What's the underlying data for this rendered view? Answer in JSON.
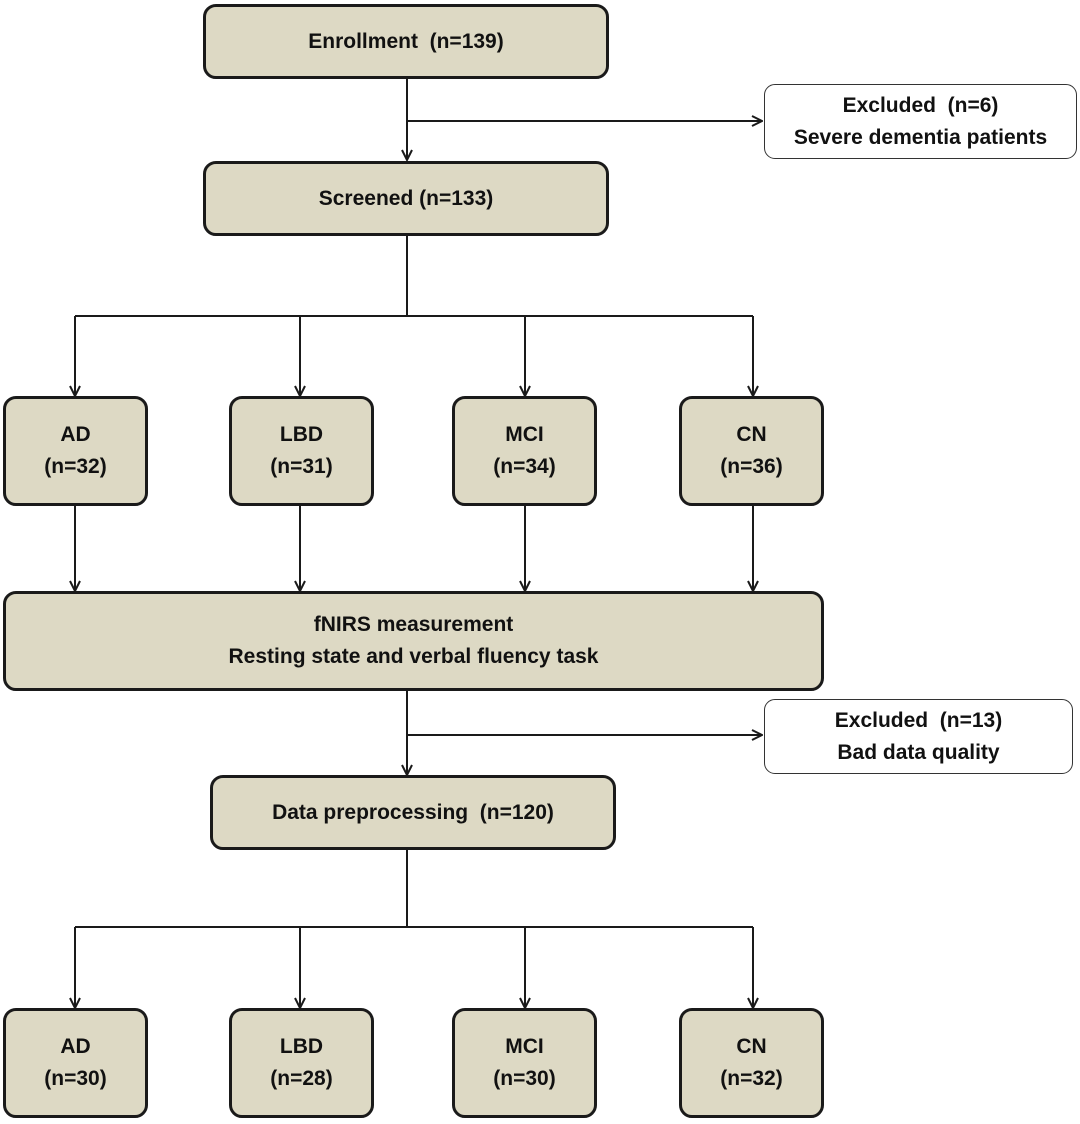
{
  "colors": {
    "box_fill": "#ddd9c4",
    "excluded_fill": "#ffffff",
    "line": "#1a1a1a"
  },
  "enrollment": {
    "label": "Enrollment  (n=139)"
  },
  "excluded_1": {
    "line1": "Excluded  (n=6)",
    "line2": "Severe dementia patients"
  },
  "screened": {
    "label": "Screened (n=133)"
  },
  "groups_1": [
    {
      "name": "AD",
      "count": "(n=32)"
    },
    {
      "name": "LBD",
      "count": "(n=31)"
    },
    {
      "name": "MCI",
      "count": "(n=34)"
    },
    {
      "name": "CN",
      "count": "(n=36)"
    }
  ],
  "measurement": {
    "line1": "fNIRS measurement",
    "line2": "Resting state and verbal fluency task"
  },
  "excluded_2": {
    "line1": "Excluded  (n=13)",
    "line2": "Bad data quality"
  },
  "preprocessing": {
    "label": "Data preprocessing  (n=120)"
  },
  "groups_2": [
    {
      "name": "AD",
      "count": "(n=30)"
    },
    {
      "name": "LBD",
      "count": "(n=28)"
    },
    {
      "name": "MCI",
      "count": "(n=30)"
    },
    {
      "name": "CN",
      "count": "(n=32)"
    }
  ]
}
